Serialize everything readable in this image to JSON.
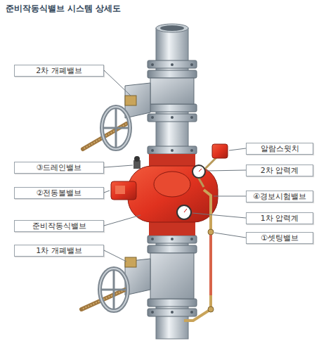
{
  "diagram": {
    "title": "준비작동식밸브 시스템 상세도",
    "nodes": [
      {
        "text": [
          "2차 개폐밸브"
        ]
      },
      {
        "text": [
          "알람스윗치"
        ]
      },
      {
        "text": [
          "③드레인밸브"
        ]
      },
      {
        "text": [
          "2차 압력계"
        ]
      },
      {
        "text": [
          "②전동볼밸브"
        ]
      },
      {
        "text": [
          "④경보시험밸브"
        ]
      },
      {
        "text": [
          "1차 압력계"
        ]
      },
      {
        "text": [
          "준비작동식밸브"
        ]
      },
      {
        "text": [
          "①셋팅밸브"
        ]
      },
      {
        "text": [
          "1차 개폐밸브"
        ]
      }
    ]
  }
}
